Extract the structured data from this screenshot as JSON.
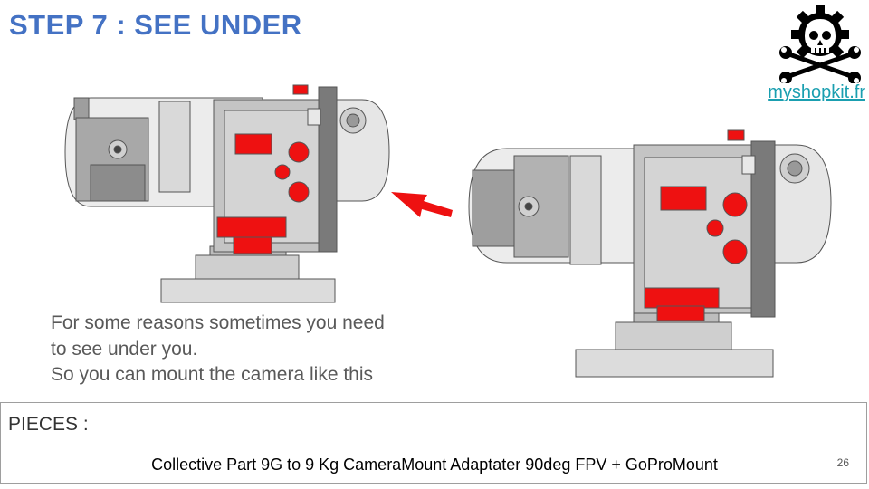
{
  "slide": {
    "title": "STEP 7 : SEE UNDER",
    "brand": "myshopkit.fr",
    "description": [
      "For some reasons sometimes you need",
      "to see under you.",
      "So you can mount the camera like this"
    ],
    "pieces_label": "PIECES :",
    "parts": "Collective Part 9G to 9 Kg CameraMount Adaptater 90deg FPV + GoProMount",
    "page_number": "26"
  },
  "colors": {
    "title": "#4472c4",
    "brand": "#1a9fb0",
    "accent_red": "#ee1111",
    "part_gray": "#d8d8d8"
  },
  "icons": {
    "logo": "gear-skull-crossed-wrenches-icon",
    "arrow": "arrow-left-icon"
  }
}
